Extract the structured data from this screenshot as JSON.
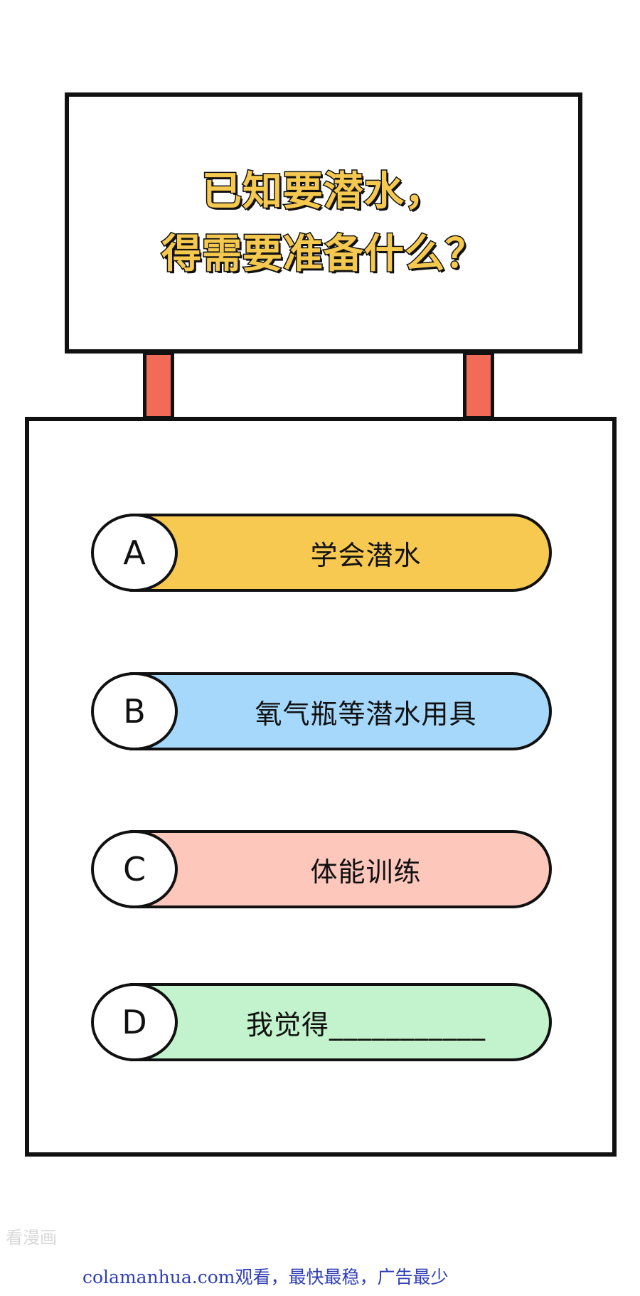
{
  "question": {
    "line1": "已知要潜水，",
    "line2": "得需要准备什么？"
  },
  "options": [
    {
      "letter": "A",
      "text": "学会潜水",
      "color": "#f7c951"
    },
    {
      "letter": "B",
      "text": "氧气瓶等潜水用具",
      "color": "#a6d8fb"
    },
    {
      "letter": "C",
      "text": "体能训练",
      "color": "#fdc7bc"
    },
    {
      "letter": "D",
      "text": "我觉得___________",
      "color": "#c3f3cc"
    }
  ],
  "colors": {
    "question_fill": "#f5c84f",
    "post": "#f26b56",
    "outline": "#111111"
  },
  "watermark": "看漫画",
  "footer": "colamanhua.com观看，最快最稳，广告最少"
}
